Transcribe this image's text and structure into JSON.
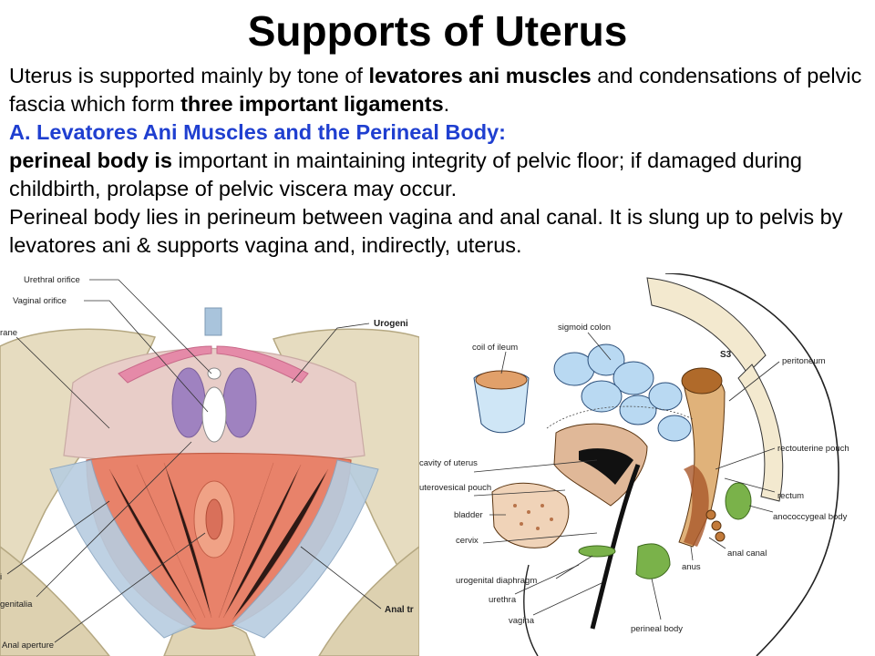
{
  "title": "Supports of Uterus",
  "intro": {
    "t1": "Uterus is supported mainly by tone of ",
    "b1": "levatores ani muscles",
    "t2": " and condensations of pelvic fascia which form ",
    "b2": "three important ligaments",
    "t3": "."
  },
  "section_heading": "A. Levatores Ani Muscles and the Perineal Body:",
  "para1": {
    "b1": "perineal body is",
    "t1": " important in maintaining integrity of pelvic floor; if damaged during childbirth, prolapse of pelvic viscera may occur."
  },
  "para2": "Perineal body lies in perineum between vagina and anal canal. It is slung up to pelvis by levatores ani & supports vagina and, indirectly, uterus.",
  "figure_left": {
    "labels": {
      "urethral_orifice": "Urethral orifice",
      "vaginal_orifice": "Vaginal orifice",
      "rane": "rane",
      "urogeni": "Urogeni",
      "i": "i",
      "genitalia": "genitalia",
      "anal_aperture": "Anal aperture",
      "anal_tr": "Anal tr"
    }
  },
  "figure_right": {
    "labels": {
      "sigmoid_colon": "sigmoid colon",
      "coil_of_ileum": "coil of ileum",
      "s3": "S3",
      "peritoneum": "peritoneum",
      "cavity_of_uterus": "cavity of uterus",
      "rectouterine_pouch": "rectouterine pouch",
      "uterovesical_pouch": "uterovesical pouch",
      "rectum": "rectum",
      "bladder": "bladder",
      "anococcygeal_body": "anococcygeal body",
      "cervix": "cervix",
      "anal_canal": "anal canal",
      "anus": "anus",
      "urogenital_diaphragm": "urogenital diaphragm",
      "urethra": "urethra",
      "vagina": "vagina",
      "perineal_body": "perineal body"
    }
  }
}
